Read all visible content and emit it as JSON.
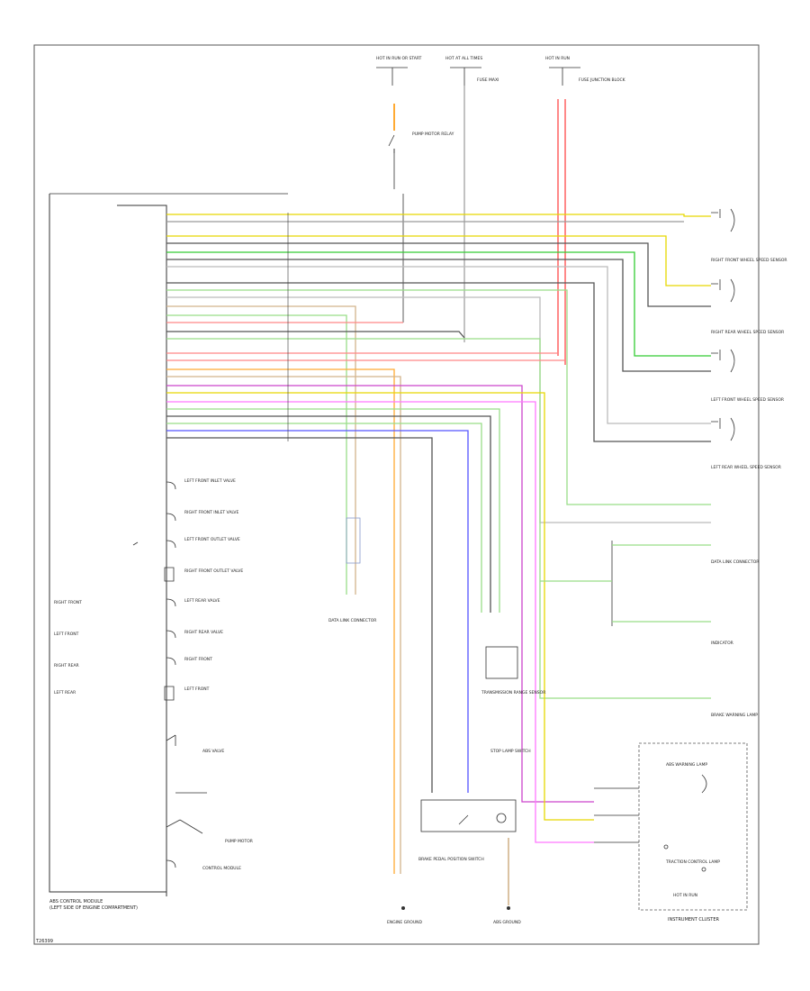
{
  "labels": {
    "module_name": "ABS CONTROL MODULE",
    "module_sub": "(LEFT SIDE OF ENGINE COMPARTMENT)",
    "footer_code": "T26399",
    "instrument_cluster": "INSTRUMENT CLUSTER",
    "hot_run_start": "HOT IN RUN OR START",
    "hot_at_all_times": "HOT AT ALL TIMES",
    "hot_in_run": "HOT IN RUN",
    "fuse_maxi": "FUSE MAXI",
    "fuse_junction": "FUSE JUNCTION BLOCK",
    "pump_motor_relay": "PUMP MOTOR RELAY",
    "right_front_sensor": "RIGHT FRONT WHEEL SPEED SENSOR",
    "right_rear_sensor": "RIGHT REAR WHEEL SPEED SENSOR",
    "left_front_sensor": "LEFT FRONT WHEEL SPEED SENSOR",
    "left_rear_sensor": "LEFT REAR WHEEL SPEED SENSOR",
    "data_link": "DATA LINK CONNECTOR",
    "transmission_range": "TRANSMISSION RANGE SENSOR",
    "brake_pedal_switch": "BRAKE PEDAL POSITION SWITCH",
    "stop_lamp_switch": "STOP LAMP SWITCH",
    "brake_warning": "BRAKE WARNING LAMP",
    "abs_warning": "ABS WARNING LAMP",
    "traction_control": "TRACTION CONTROL LAMP",
    "abs_valve": "ABS VALVE",
    "pump_motor": "PUMP MOTOR",
    "valve_left_front_inlet": "LEFT FRONT INLET VALVE",
    "valve_right_front_inlet": "RIGHT FRONT INLET VALVE",
    "valve_left_front_outlet": "LEFT FRONT OUTLET VALVE",
    "valve_right_front_outlet": "RIGHT FRONT OUTLET VALVE",
    "valve_left_rear": "LEFT REAR VALVE",
    "valve_right_rear": "RIGHT REAR VALVE",
    "rf_rear": "RIGHT FRONT",
    "lf_rear": "LEFT FRONT",
    "rr_rear": "RIGHT REAR",
    "lr_rear": "LEFT REAR",
    "ground_abs": "ABS GROUND",
    "ground_engine": "ENGINE GROUND",
    "indicator": "INDICATOR",
    "control_module": "CONTROL MODULE"
  },
  "wire_colors": {
    "yellow": "#e6d800",
    "gray": "#9a9a9a",
    "dark_gray": "#555555",
    "green": "#33cc33",
    "light_green": "#99dd88",
    "red": "#ff6666",
    "pink": "#ff8888",
    "orange": "#ffaa33",
    "violet": "#cc44cc",
    "blue": "#5555ff",
    "tan": "#d2b48c",
    "black": "#222222",
    "brown": "#aa7744"
  }
}
